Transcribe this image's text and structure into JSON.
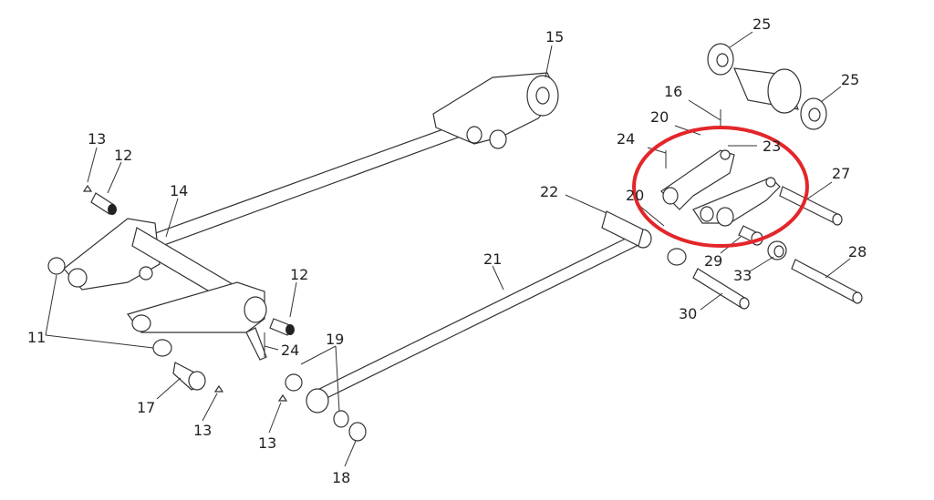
{
  "diagram": {
    "type": "exploded parts diagram",
    "highlight_color": "#e3262b",
    "labels": {
      "p15": "15",
      "p25a": "25",
      "p25b": "25",
      "p16": "16",
      "p20a": "20",
      "p24a": "24",
      "p23": "23",
      "p27": "27",
      "p22": "22",
      "p20b": "20",
      "p21": "21",
      "p29": "29",
      "p33": "33",
      "p28": "28",
      "p30": "30",
      "p13a": "13",
      "p12a": "12",
      "p14": "14",
      "p12b": "12",
      "p11": "11",
      "p24b": "24",
      "p19": "19",
      "p17": "17",
      "p13b": "13",
      "p13c": "13",
      "p18": "18"
    }
  }
}
